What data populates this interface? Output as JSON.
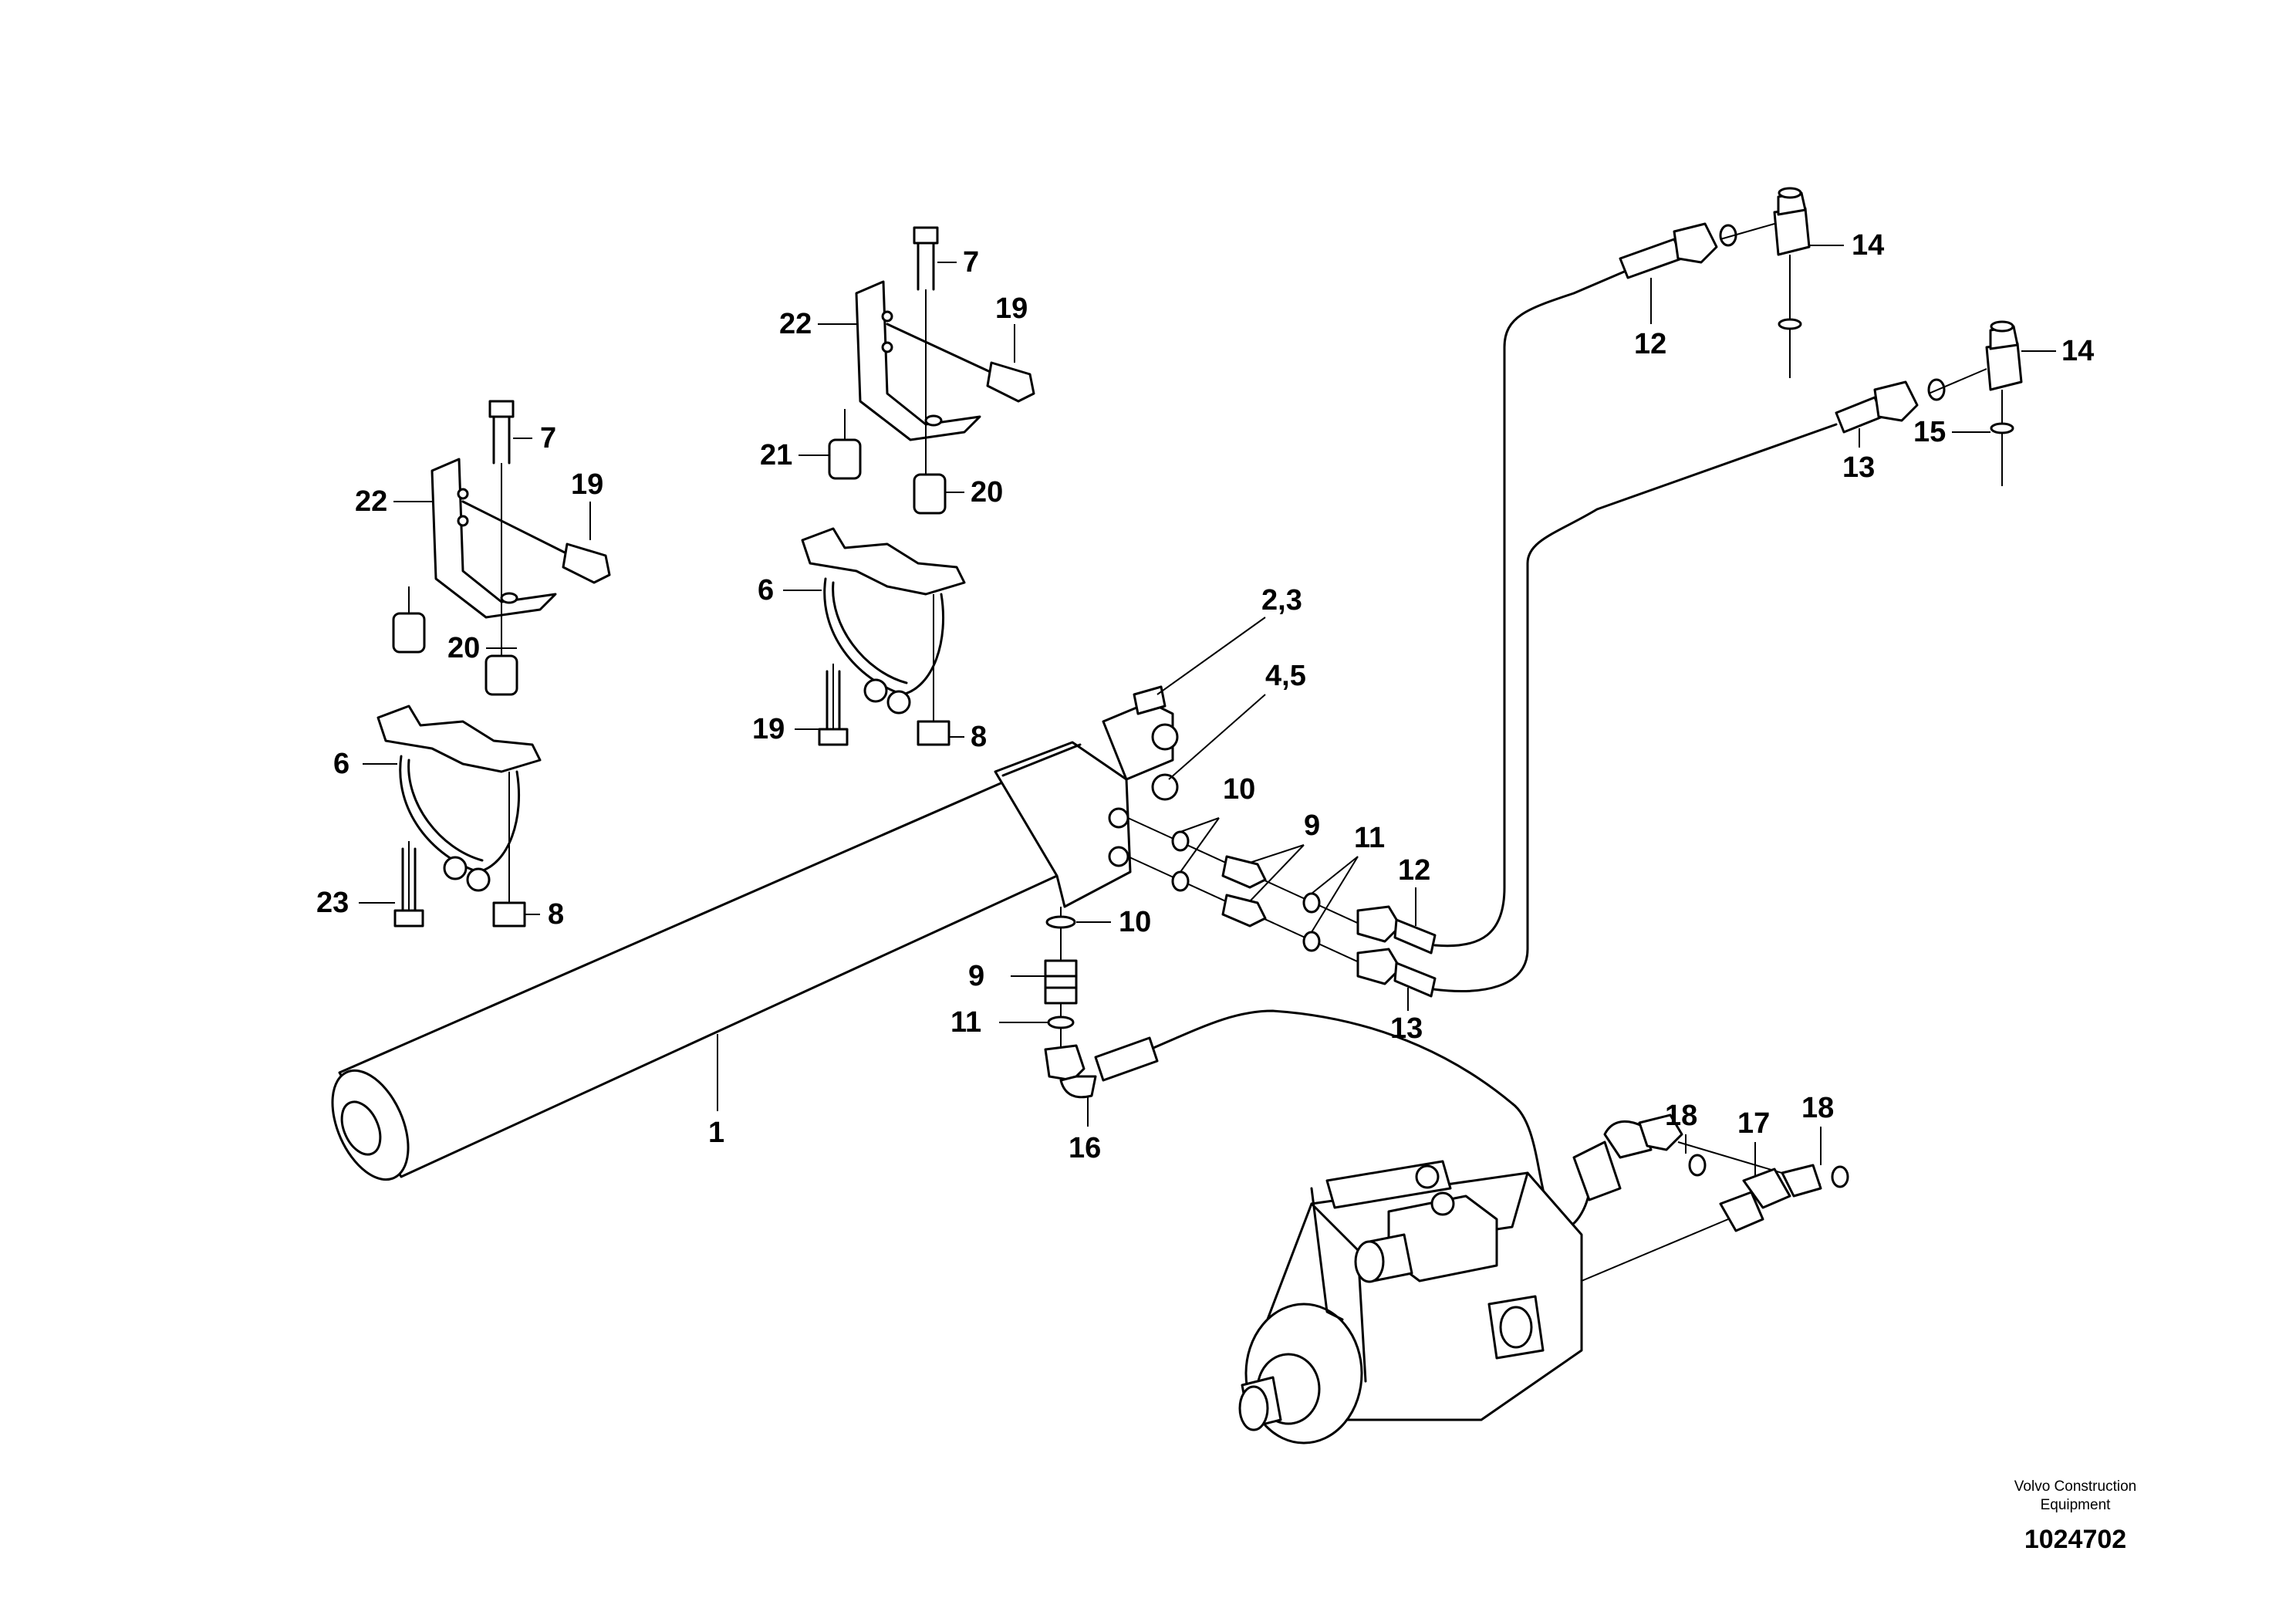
{
  "callouts": {
    "c1": "1",
    "c2_3": "2,3",
    "c4_5": "4,5",
    "c6": "6",
    "c7": "7",
    "c8": "8",
    "c9": "9",
    "c10": "10",
    "c11": "11",
    "c12": "12",
    "c13": "13",
    "c14": "14",
    "c15": "15",
    "c16": "16",
    "c17": "17",
    "c18": "18",
    "c19": "19",
    "c20": "20",
    "c21": "21",
    "c22": "22",
    "c23": "23"
  },
  "footer": {
    "brand_line1": "Volvo Construction",
    "brand_line2": "Equipment",
    "figure_number": "1024702"
  }
}
